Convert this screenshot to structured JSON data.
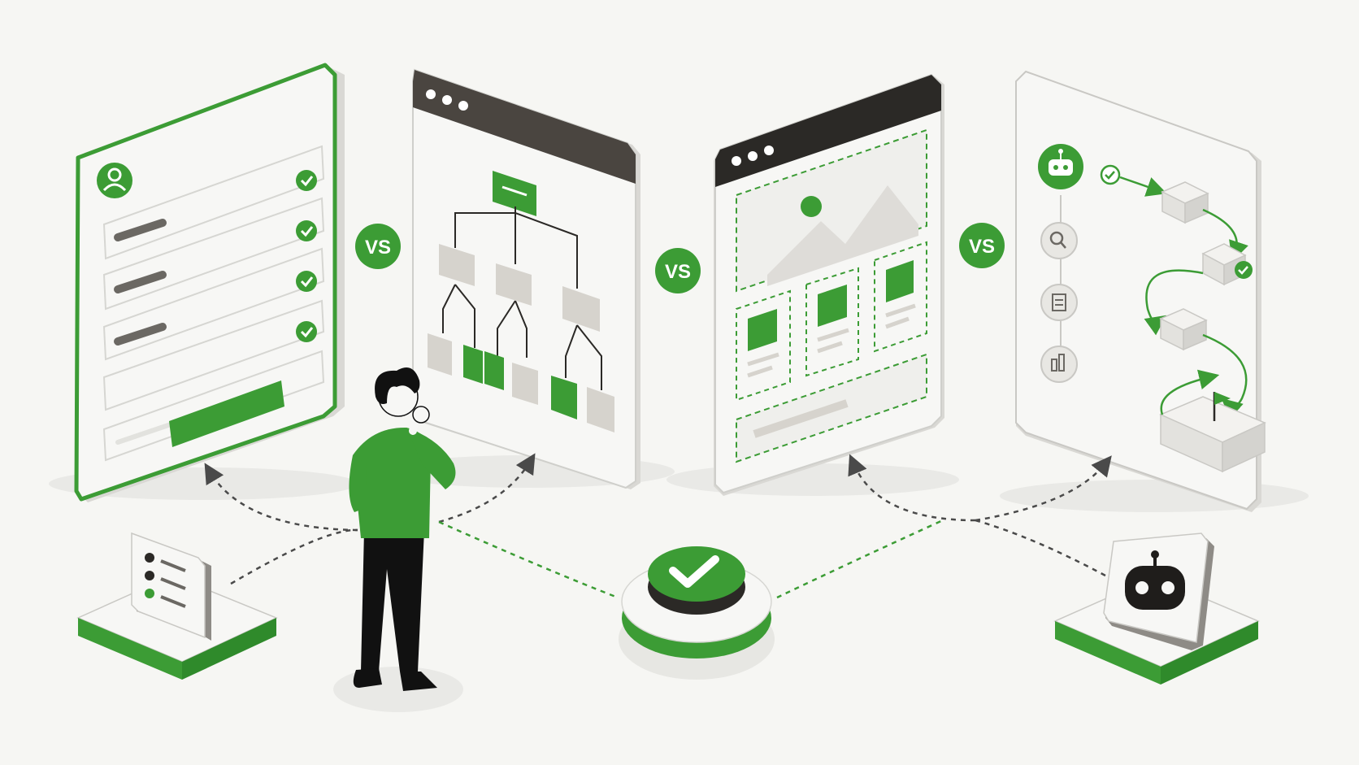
{
  "comparison": {
    "vs_label": "VS",
    "options": [
      {
        "id": "form",
        "icon": "user-icon",
        "checked_fields": 4
      },
      {
        "id": "flowchart",
        "icon": "hierarchy-icon"
      },
      {
        "id": "wireframe",
        "icon": "image-icon"
      },
      {
        "id": "automation",
        "icon": "robot-icon",
        "side_icons": [
          "search-icon",
          "document-icon",
          "chart-icon"
        ]
      }
    ],
    "result": {
      "icon": "checkmark-icon"
    },
    "pedestals": [
      {
        "id": "checklist",
        "icon": "checklist-icon"
      },
      {
        "id": "robot",
        "icon": "robot-icon"
      }
    ]
  },
  "colors": {
    "accent": "#3c9c35",
    "dark": "#2b2926",
    "panel": "#f3f3f1",
    "background": "#f6f6f3"
  }
}
